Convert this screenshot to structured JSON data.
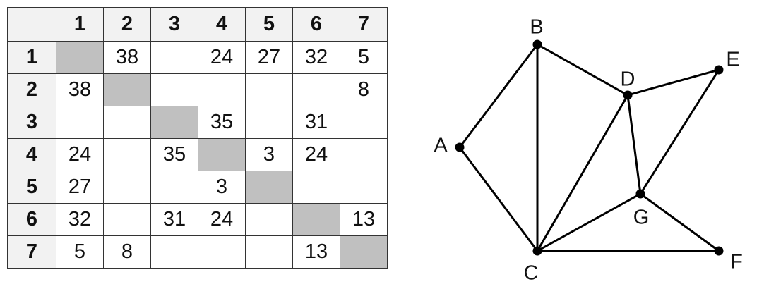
{
  "table": {
    "headers": [
      "1",
      "2",
      "3",
      "4",
      "5",
      "6",
      "7"
    ],
    "rows": [
      {
        "label": "1",
        "cells": [
          "",
          "38",
          "",
          "24",
          "27",
          "32",
          "5"
        ]
      },
      {
        "label": "2",
        "cells": [
          "38",
          "",
          "",
          "",
          "",
          "",
          "8"
        ]
      },
      {
        "label": "3",
        "cells": [
          "",
          "",
          "",
          "35",
          "",
          "31",
          ""
        ]
      },
      {
        "label": "4",
        "cells": [
          "24",
          "",
          "35",
          "",
          "3",
          "24",
          ""
        ]
      },
      {
        "label": "5",
        "cells": [
          "27",
          "",
          "",
          "3",
          "",
          "",
          ""
        ]
      },
      {
        "label": "6",
        "cells": [
          "32",
          "",
          "31",
          "24",
          "",
          "",
          "13"
        ]
      },
      {
        "label": "7",
        "cells": [
          "5",
          "8",
          "",
          "",
          "",
          "13",
          ""
        ]
      }
    ],
    "diagonal_color": "#c0c0c0",
    "header_bg": "#f2f2f2"
  },
  "graph": {
    "vertices": [
      "A",
      "B",
      "C",
      "D",
      "E",
      "F",
      "G"
    ],
    "edges": [
      [
        "A",
        "B"
      ],
      [
        "A",
        "C"
      ],
      [
        "B",
        "C"
      ],
      [
        "B",
        "D"
      ],
      [
        "D",
        "E"
      ],
      [
        "D",
        "C"
      ],
      [
        "D",
        "G"
      ],
      [
        "E",
        "G"
      ],
      [
        "G",
        "C"
      ],
      [
        "G",
        "F"
      ],
      [
        "C",
        "F"
      ]
    ]
  }
}
